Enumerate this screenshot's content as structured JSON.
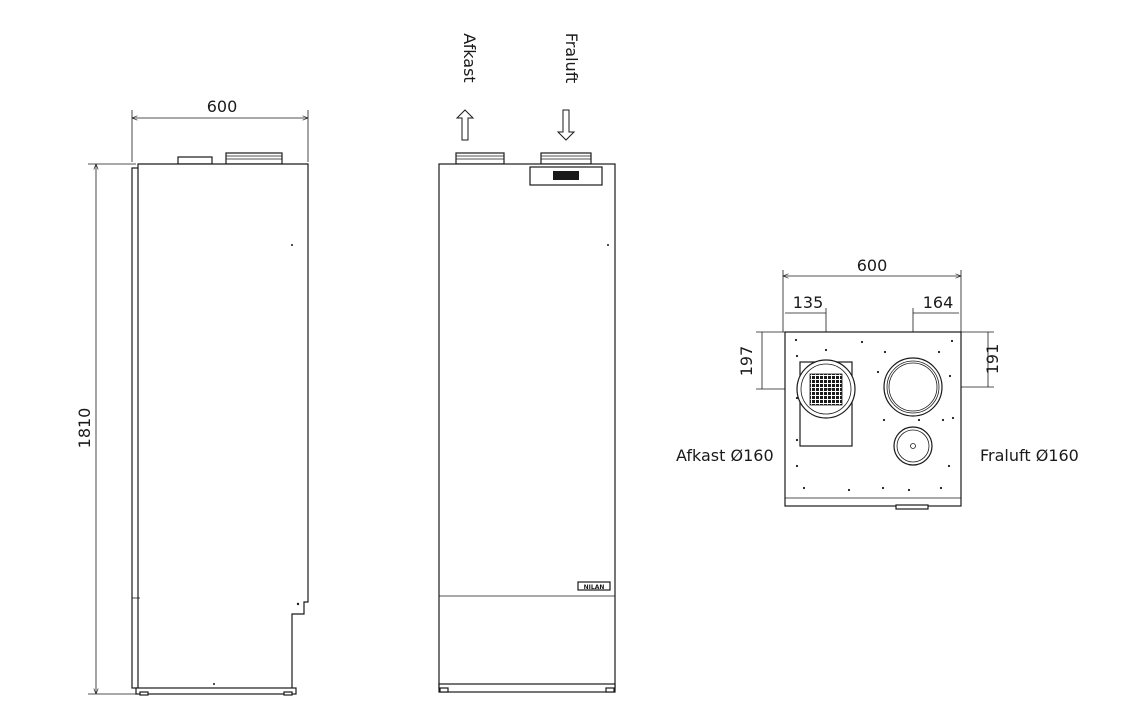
{
  "side_view": {
    "width_label": "600",
    "height_label": "1810"
  },
  "front_view": {
    "exhaust_label": "Afkast",
    "supply_label": "Fraluft",
    "brand_text": "NILAN"
  },
  "top_view": {
    "width_label": "600",
    "offset_left_label": "135",
    "offset_right_label": "164",
    "depth_left_label": "197",
    "depth_right_label": "191",
    "exhaust_port_label": "Afkast Ø160",
    "supply_port_label": "Fraluft Ø160"
  }
}
